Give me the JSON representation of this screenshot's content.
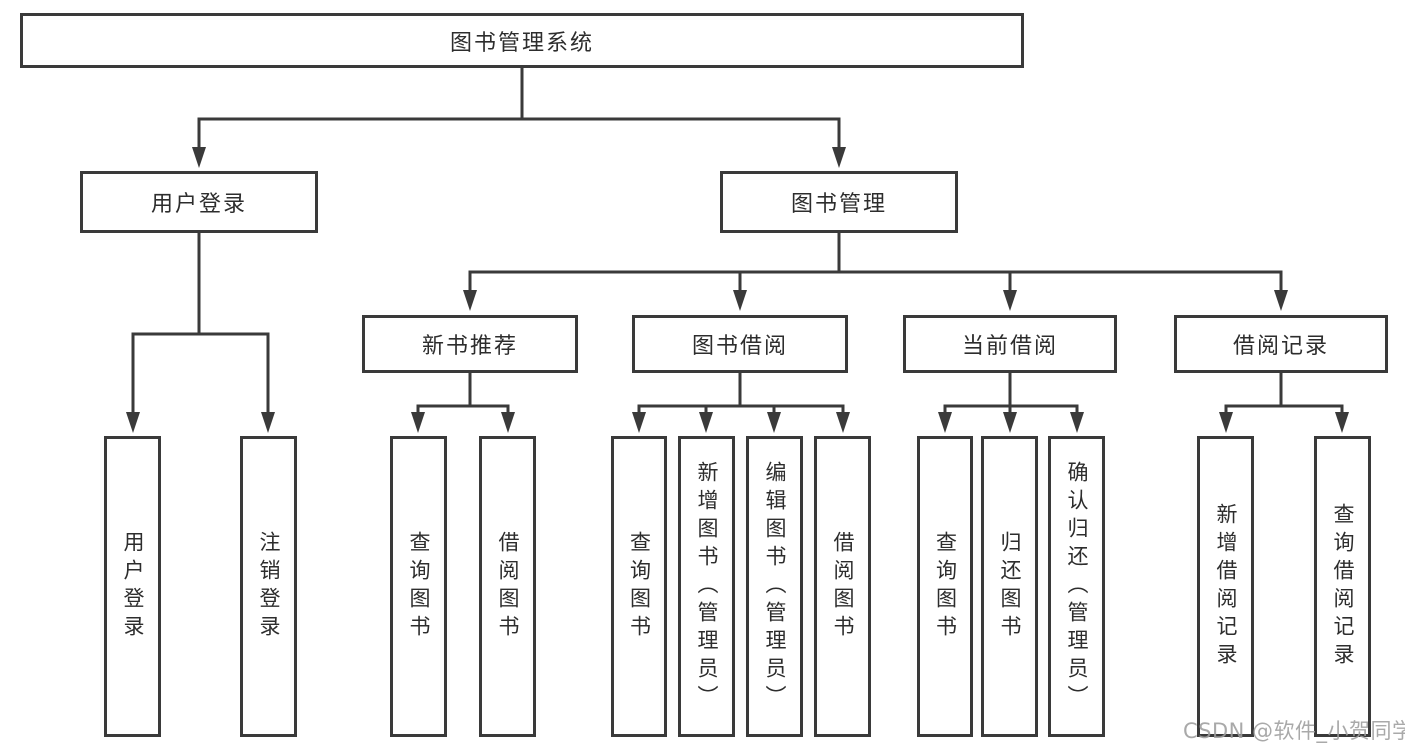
{
  "diagram": {
    "root": {
      "label": "图书管理系统"
    },
    "branches": [
      {
        "label": "用户登录",
        "children": [
          {
            "label": "用户登录"
          },
          {
            "label": "注销登录"
          }
        ]
      },
      {
        "label": "图书管理",
        "children": [
          {
            "label": "新书推荐",
            "children": [
              {
                "label": "查询图书"
              },
              {
                "label": "借阅图书"
              }
            ]
          },
          {
            "label": "图书借阅",
            "children": [
              {
                "label": "查询图书"
              },
              {
                "label": "新增图书（管理员）"
              },
              {
                "label": "编辑图书（管理员）"
              },
              {
                "label": "借阅图书"
              }
            ]
          },
          {
            "label": "当前借阅",
            "children": [
              {
                "label": "查询图书"
              },
              {
                "label": "归还图书"
              },
              {
                "label": "确认归还（管理员）"
              }
            ]
          },
          {
            "label": "借阅记录",
            "children": [
              {
                "label": "新增借阅记录"
              },
              {
                "label": "查询借阅记录"
              }
            ]
          }
        ]
      }
    ],
    "watermark": "CSDN @软件_小贺同学",
    "colors": {
      "line": "#3a3a3a",
      "text": "#2d2d2d",
      "watermark": "#9e9e9e",
      "background": "#ffffff"
    }
  }
}
